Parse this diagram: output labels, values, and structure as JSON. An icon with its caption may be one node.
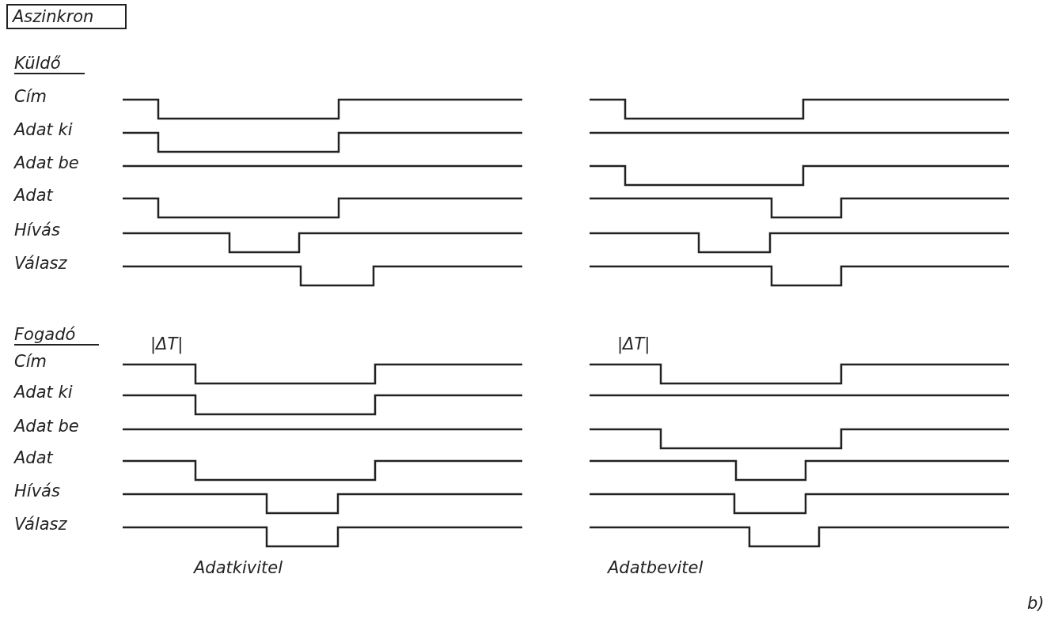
{
  "diagram": {
    "title": "Aszinkron",
    "labels": [
      "Küldő",
      "Cím",
      "Adat ki",
      "Adat be",
      "Adat",
      "Hívás",
      "Válasz",
      "Fogadó",
      "|ΔT|",
      "|ΔT|",
      "Cím",
      "Adat ki",
      "Adat be",
      "Adat",
      "Hívás",
      "Válasz",
      "Adatkivitel",
      "Adatbevitel",
      "b)"
    ]
  }
}
